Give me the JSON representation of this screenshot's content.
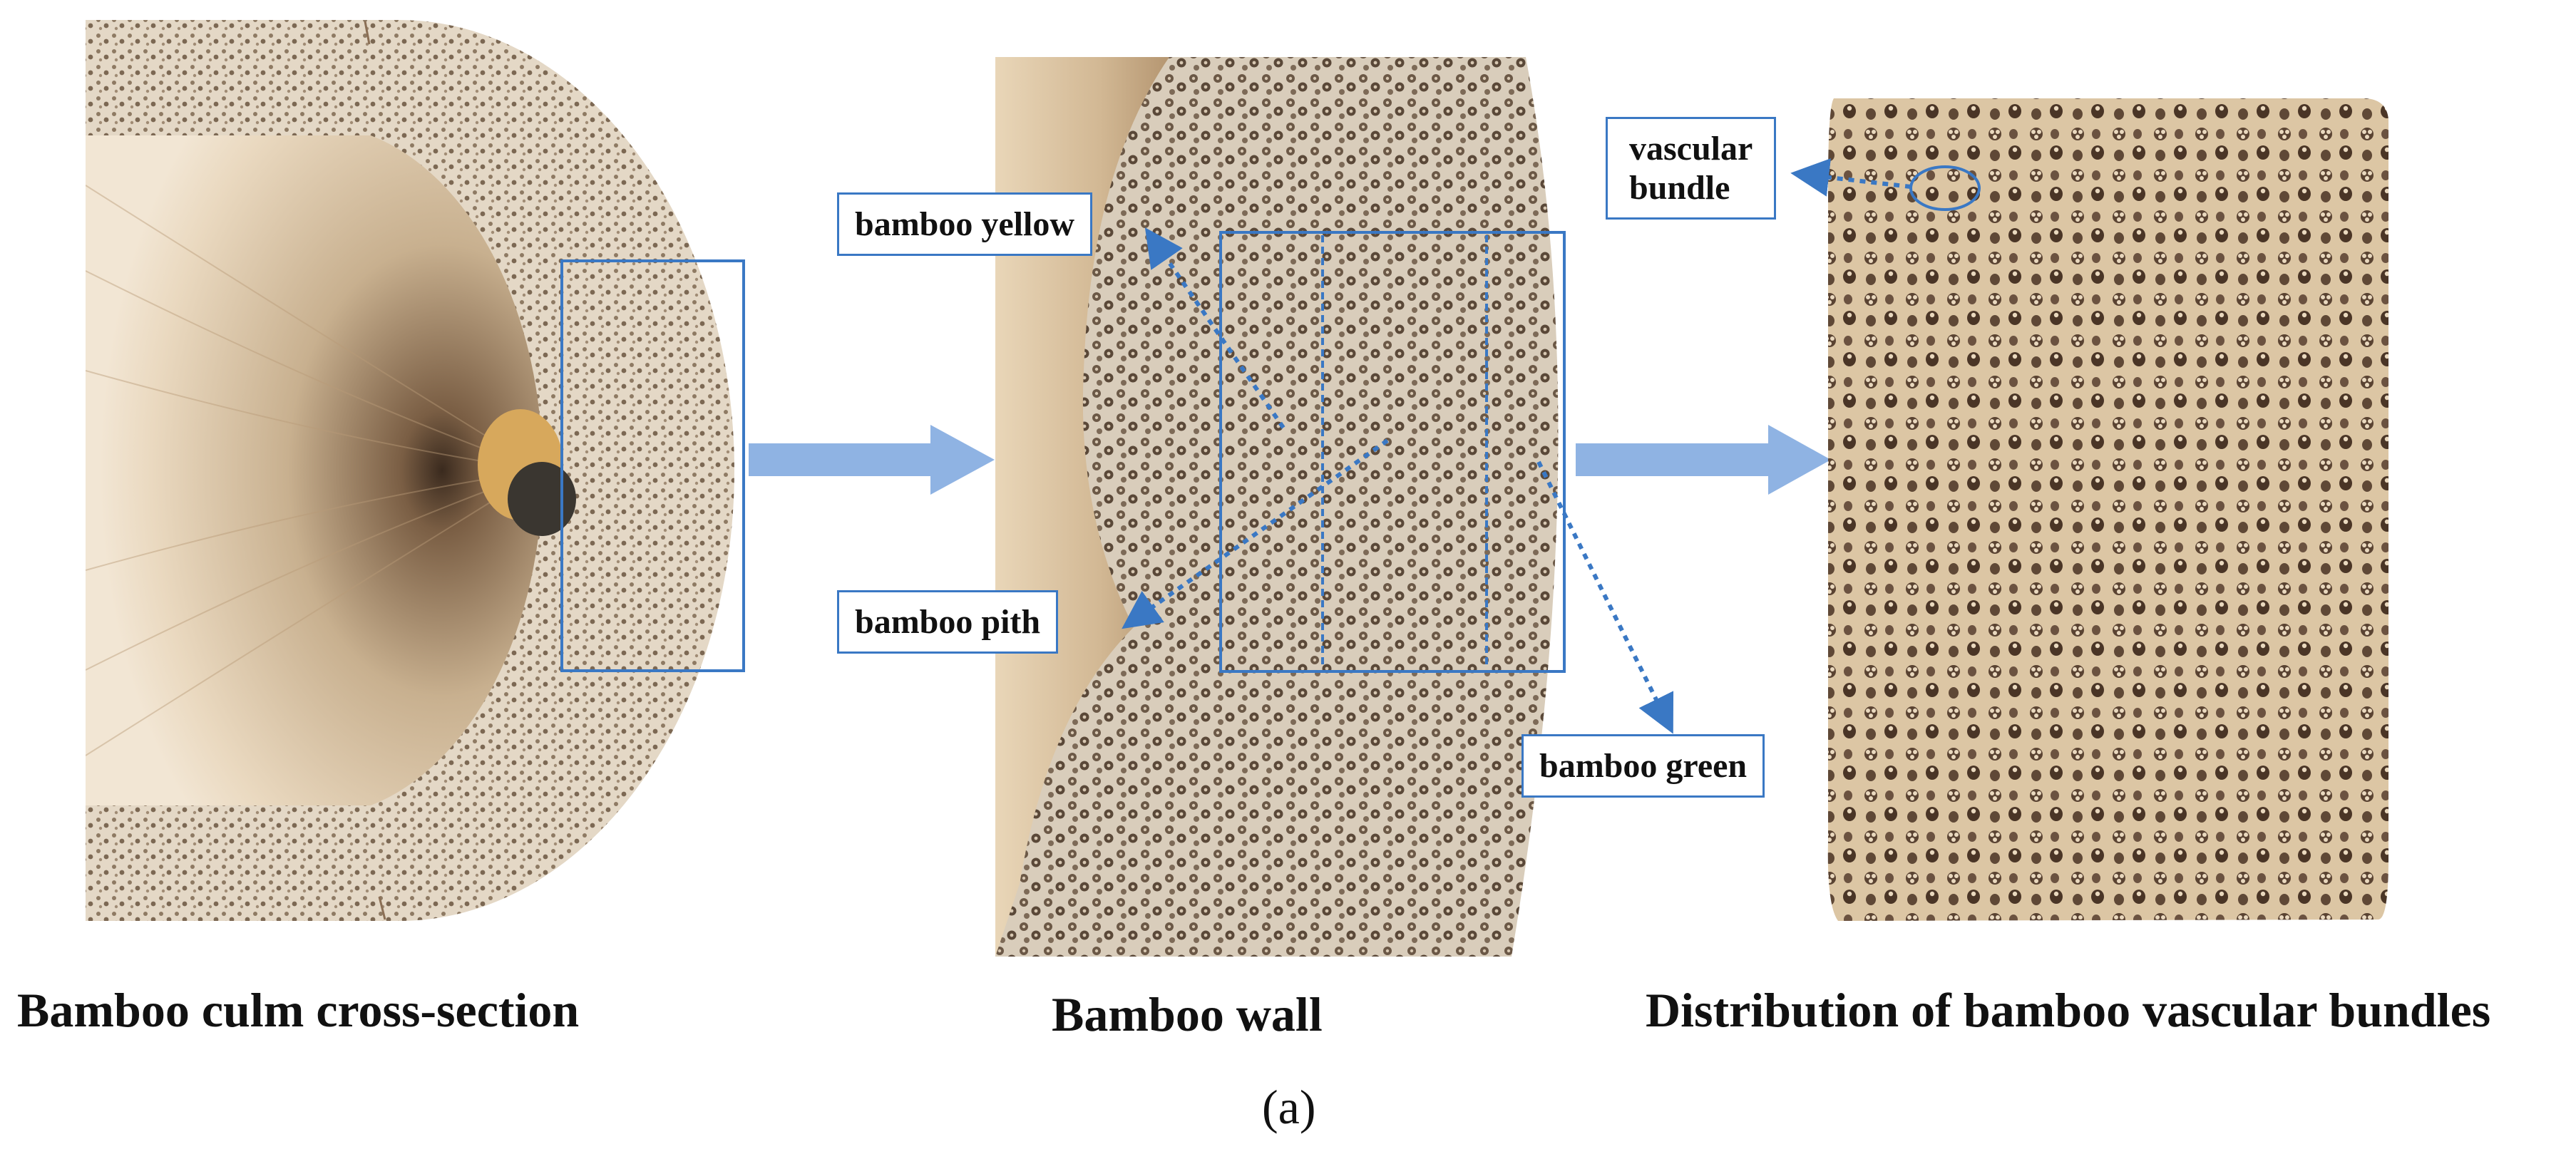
{
  "panels": {
    "culm_caption": "Bamboo culm cross-section",
    "wall_caption": "Bamboo wall",
    "bundles_caption": "Distribution of bamboo vascular bundles"
  },
  "labels": {
    "bamboo_yellow": "bamboo yellow",
    "bamboo_pith": "bamboo pith",
    "bamboo_green": "bamboo green",
    "vascular_bundle_line1": "vascular",
    "vascular_bundle_line2": "bundle"
  },
  "figure_label": "(a)",
  "colors": {
    "accent_blue": "#3a78c4",
    "arrow_blue": "#8fb3e3",
    "bamboo_light": "#efe3d0",
    "bamboo_dark": "#5a4634"
  }
}
